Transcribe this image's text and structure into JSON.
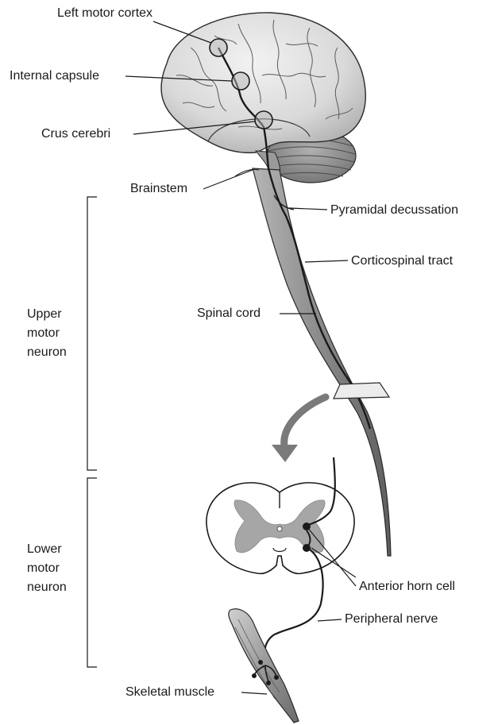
{
  "labels": {
    "left_motor_cortex": "Left motor cortex",
    "internal_capsule": "Internal capsule",
    "crus_cerebri": "Crus cerebri",
    "brainstem": "Brainstem",
    "pyramidal_decussation": "Pyramidal decussation",
    "corticospinal_tract": "Corticospinal tract",
    "spinal_cord": "Spinal cord",
    "anterior_horn_cell": "Anterior horn cell",
    "peripheral_nerve": "Peripheral nerve",
    "skeletal_muscle": "Skeletal muscle"
  },
  "brackets": {
    "upper_motor_neuron": [
      "Upper",
      "motor",
      "neuron"
    ],
    "lower_motor_neuron": [
      "Lower",
      "motor",
      "neuron"
    ]
  },
  "colors": {
    "brain_fill": "#d9d9d9",
    "outline": "#2a2a2a",
    "tract": "#1a1a1a",
    "gray_matter": "#a6a6a6",
    "arrow": "#7a7a7a"
  }
}
